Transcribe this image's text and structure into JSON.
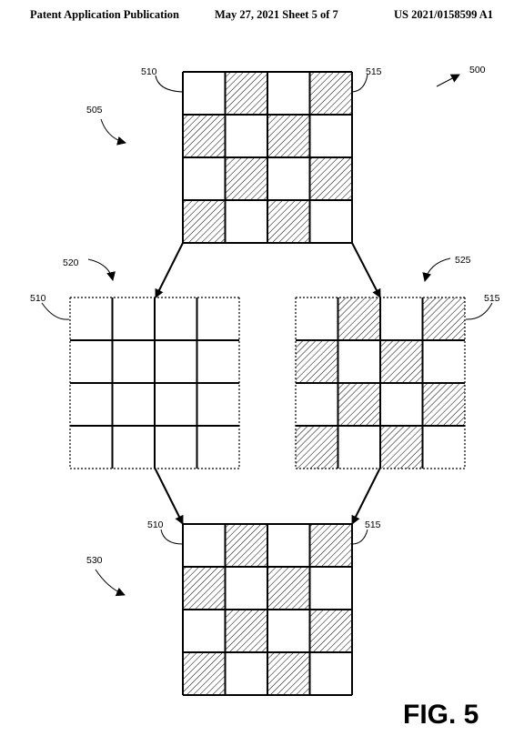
{
  "header": {
    "left": "Patent Application Publication",
    "center": "May 27, 2021  Sheet 5 of 7",
    "right": "US 2021/0158599 A1"
  },
  "figure": {
    "caption": "FIG. 5",
    "labels": {
      "ref_500": "500",
      "ref_505": "505",
      "ref_520": "520",
      "ref_525": "525",
      "ref_530": "530",
      "ref_510_top": "510",
      "ref_515_top": "515",
      "ref_510_left": "510",
      "ref_515_right": "515",
      "ref_510_bottom": "510",
      "ref_515_bottom": "515"
    },
    "grids": {
      "top": [
        [
          0,
          1,
          0,
          1
        ],
        [
          1,
          0,
          1,
          0
        ],
        [
          0,
          1,
          0,
          1
        ],
        [
          1,
          0,
          1,
          0
        ]
      ],
      "left": [
        [
          0,
          0,
          0,
          0
        ],
        [
          0,
          0,
          0,
          0
        ],
        [
          0,
          0,
          0,
          0
        ],
        [
          0,
          0,
          0,
          0
        ]
      ],
      "right": [
        [
          0,
          1,
          0,
          1
        ],
        [
          1,
          0,
          1,
          0
        ],
        [
          0,
          1,
          0,
          1
        ],
        [
          1,
          0,
          1,
          0
        ]
      ],
      "bottom": [
        [
          0,
          1,
          0,
          1
        ],
        [
          1,
          0,
          1,
          0
        ],
        [
          0,
          1,
          0,
          1
        ],
        [
          1,
          0,
          1,
          0
        ]
      ]
    }
  }
}
